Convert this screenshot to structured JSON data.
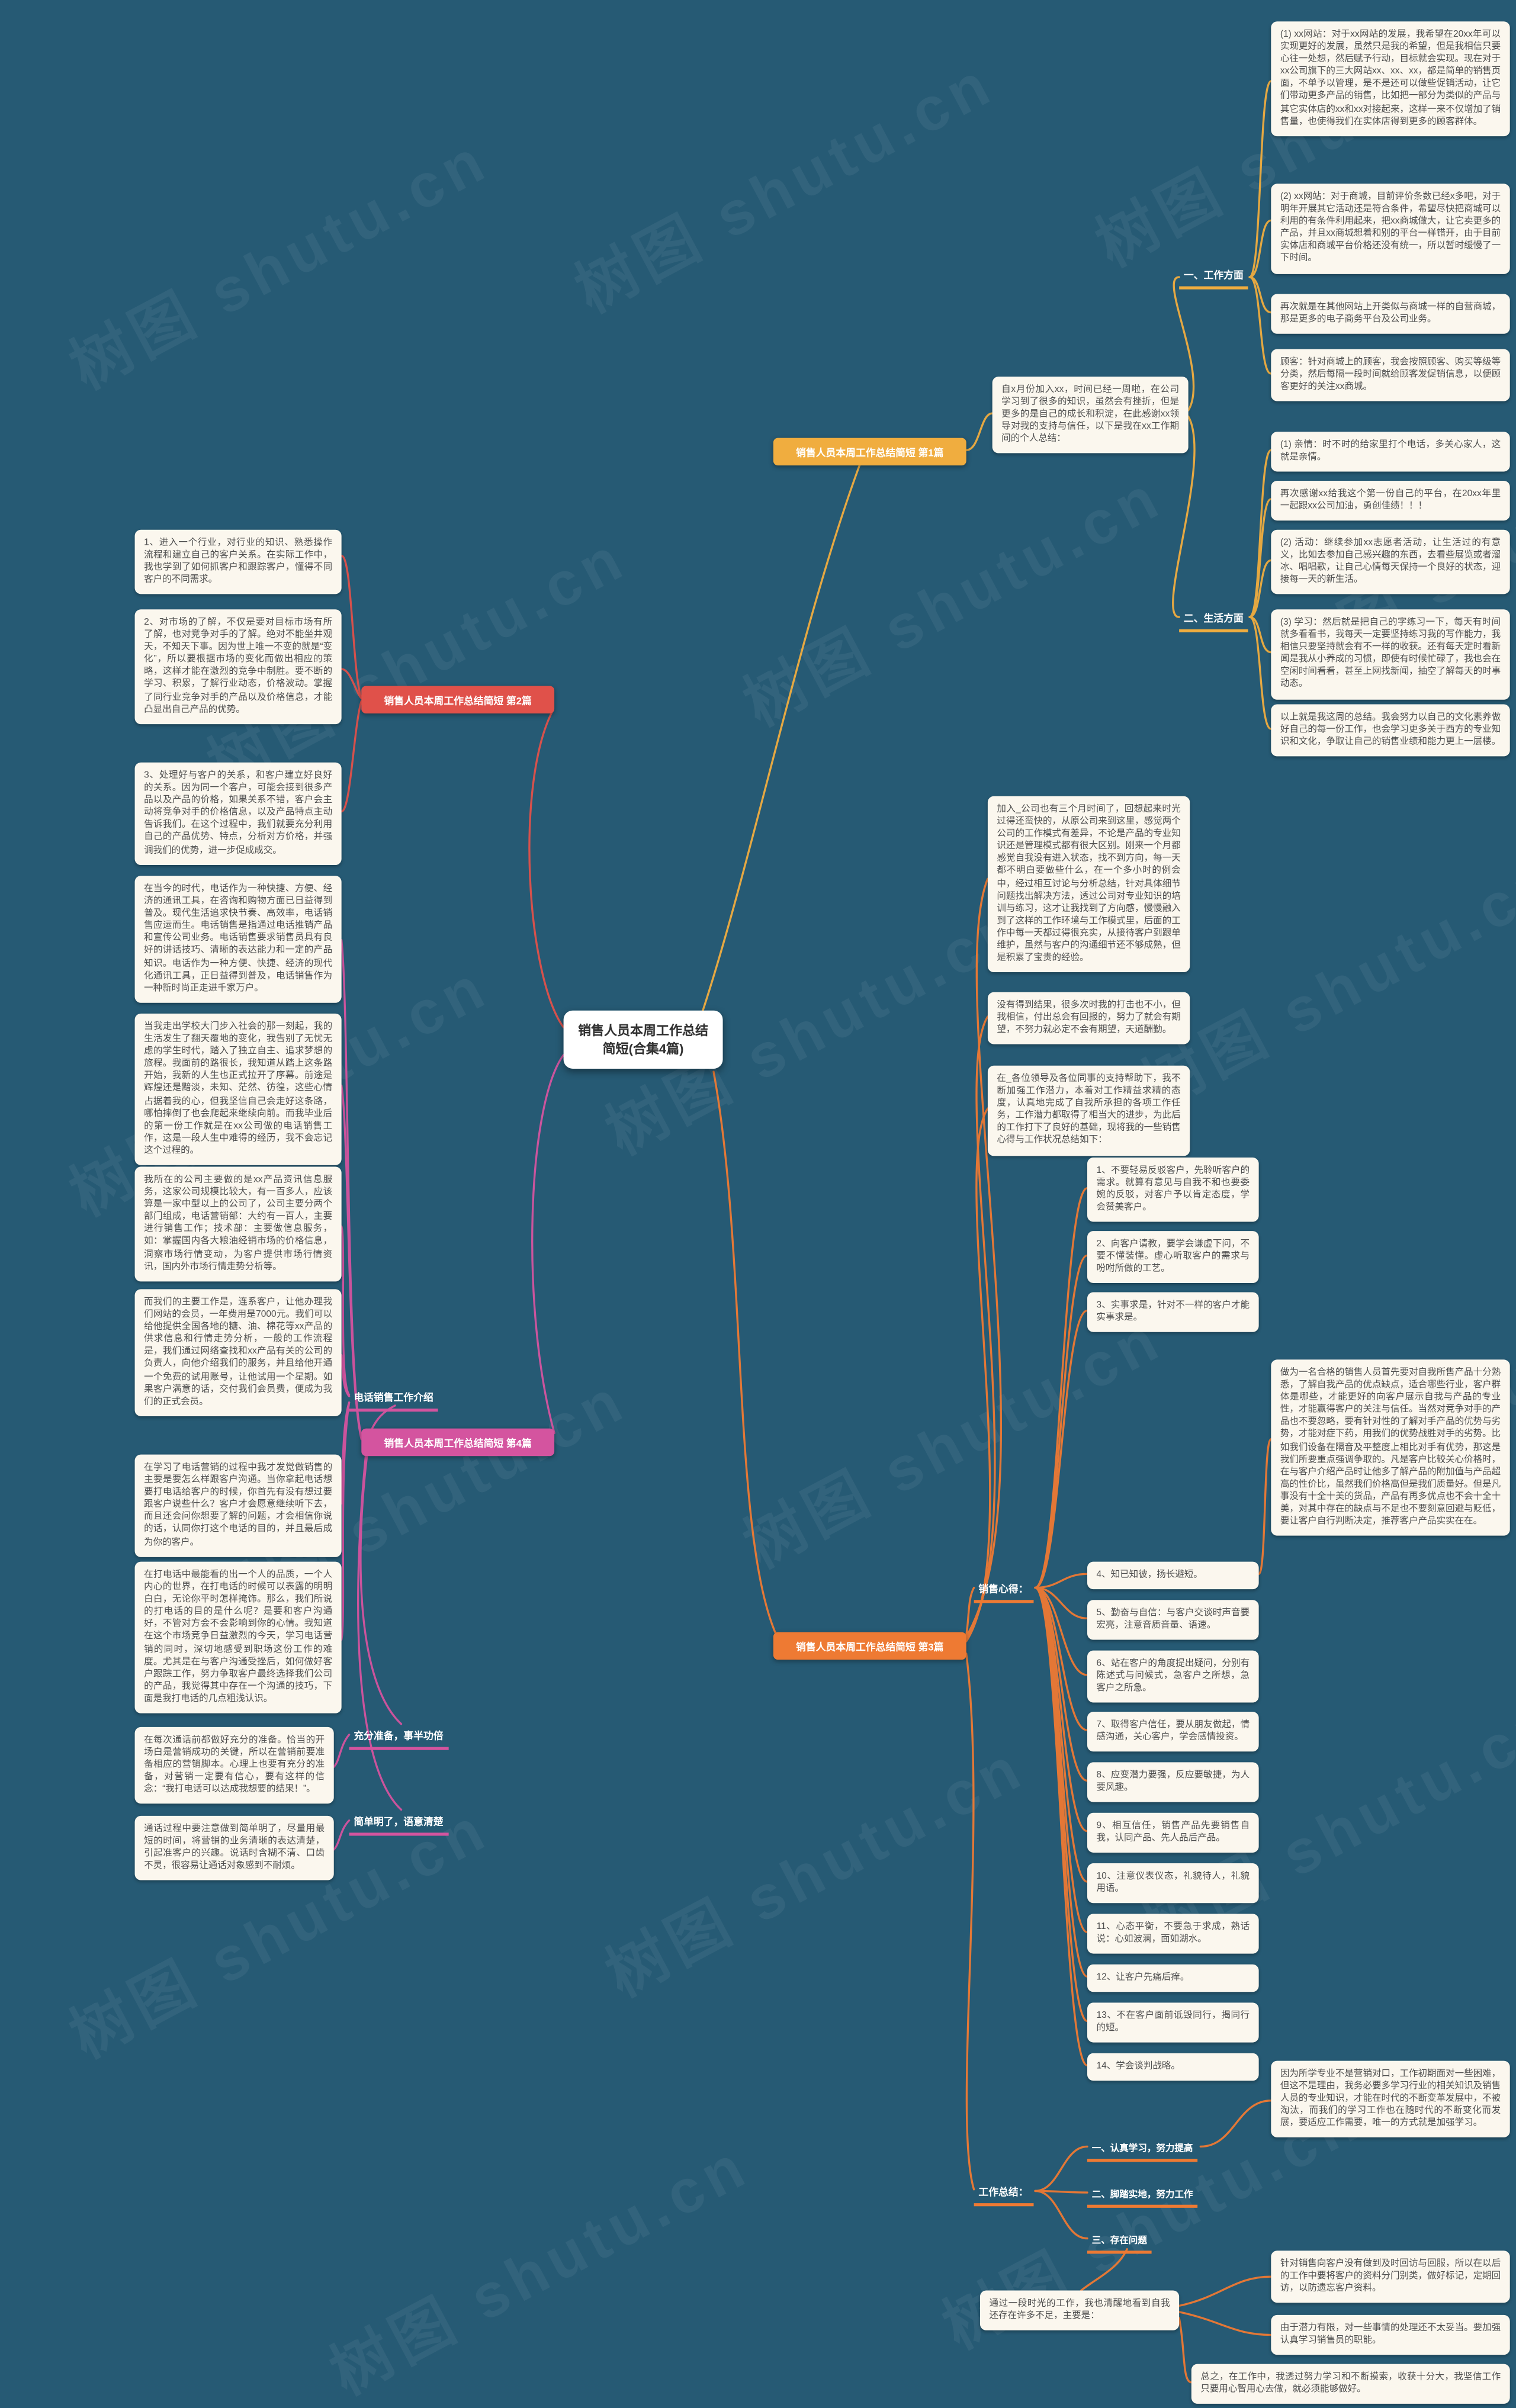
{
  "watermark": {
    "text": "树图 shutu.cn"
  },
  "colors": {
    "background": "#265a74",
    "node_bg": "#fbf7ee",
    "branch1": "#f0ad3f",
    "branch2": "#e0514a",
    "branch3": "#ee7a33",
    "branch4": "#d4549f"
  },
  "center": {
    "title": "销售人员本周工作总结简短(合集4篇)"
  },
  "branches": {
    "b1": {
      "label": "销售人员本周工作总结简短 第1篇",
      "intro": "自x月份加入xx，时间已经一周啦，在公司学习到了很多的知识，虽然会有挫折，但是更多的是自己的成长和积淀，在此感谢xx领导对我的支持与信任，以下是我在xx工作期间的个人总结：",
      "work": {
        "label": "一、工作方面",
        "items": [
          "(1) xx网站：对于xx网站的发展，我希望在20xx年可以实现更好的发展，虽然只是我的希望，但是我相信只要心往一处想，然后赋予行动，目标就会实现。现在对于xx公司旗下的三大网站xx、xx、xx，都是简单的销售页面，不单予以管理，是不是还可以做些促销活动，让它们带动更多产品的销售，比如把一部分为类似的产品与其它实体店的xx和xx对接起来，这样一来不仅增加了销售量，也使得我们在实体店得到更多的顾客群体。",
          "(2) xx网站：对于商城，目前评价条数已经x多吧，对于明年开展其它活动还是符合条件，希望尽快把商城可以利用的有条件利用起来，把xx商城做大，让它卖更多的产品，并且xx商城想着和别的平台一样错开，由于目前实体店和商城平台价格还没有统一，所以暂时缓慢了一下时间。",
          "再次就是在其他网站上开类似与商城一样的自营商城，那是更多的电子商务平台及公司业务。",
          "顾客：针对商城上的顾客，我会按照顾客、购买等级等分类，然后每隔一段时间就给顾客发促销信息，以便顾客更好的关注xx商城。"
        ]
      },
      "life": {
        "label": "二、生活方面",
        "items": [
          "(1) 亲情：时不时的给家里打个电话，多关心家人，这就是亲情。",
          "再次感谢xx给我这个第一份自己的平台，在20xx年里一起跟xx公司加油，勇创佳绩！！！",
          "(2) 活动：继续参加xx志愿者活动，让生活过的有意义，比如去参加自己感兴趣的东西，去看些展览或者溜冰、唱唱歌，让自己心情每天保持一个良好的状态，迎接每一天的新生活。",
          "(3) 学习：然后就是把自己的字练习一下，每天有时间就多看看书，我每天一定要坚持练习我的写作能力，我相信只要坚持就会有不一样的收获。还有每天定时看新闻是我从小养成的习惯，即使有时候忙碌了，我也会在空闲时间看看，甚至上网找新闻，抽空了解每天的时事动态。",
          "以上就是我这周的总结。我会努力以自己的文化素养做好自己的每一份工作，也会学习更多关于西方的专业知识和文化，争取让自己的销售业绩和能力更上一层楼。"
        ]
      }
    },
    "b2": {
      "label": "销售人员本周工作总结简短 第2篇",
      "items": [
        "1、进入一个行业，对行业的知识、熟悉操作流程和建立自己的客户关系。在实际工作中，我也学到了如何抓客户和跟踪客户，懂得不同客户的不同需求。",
        "2、对市场的了解，不仅是要对目标市场有所了解，也对竞争对手的了解。绝对不能坐井观天，不知天下事。因为世上唯一不变的就是“变化”，所以要根据市场的变化而做出相应的策略，这样才能在激烈的竞争中制胜。要不断的学习、积累，了解行业动态，价格波动。掌握了同行业竞争对手的产品以及价格信息，才能凸显出自己产品的优势。",
        "3、处理好与客户的关系，和客户建立好良好的关系。因为同一个客户，可能会接到很多产品以及产品的价格，如果关系不错，客户会主动将竞争对手的价格信息，以及产品特点主动告诉我们。在这个过程中，我们就要充分利用自己的产品优势、特点，分析对方价格，并强调我们的优势，进一步促成成交。"
      ]
    },
    "b4": {
      "label": "销售人员本周工作总结简短 第4篇",
      "intros": [
        "在当今的时代，电话作为一种快捷、方便、经济的通讯工具，在咨询和购物方面已日益得到普及。现代生活追求快节奏、高效率，电话销售应运而生。电话销售是指通过电话推销产品和宣传公司业务。电话销售要求销售员具有良好的讲话技巧、清晰的表达能力和一定的产品知识。电话作为一种方便、快捷、经济的现代化通讯工具，正日益得到普及，电话销售作为一种新时尚正走进千家万户。",
        "当我走出学校大门步入社会的那一刻起，我的生活发生了翻天覆地的变化，我告别了无忧无虑的学生时代，踏入了独立自主、追求梦想的旅程。我面前的路很长，我知道从踏上这条路开始，我新的人生也正式拉开了序幕。前途是辉煌还是黯淡，未知、茫然、彷徨，这些心情占据着我的心，但我坚信自己会走好这条路，哪怕摔倒了也会爬起来继续向前。而我毕业后的第一份工作就是在xx公司做的电话销售工作，这是一段人生中难得的经历，我不会忘记这个过程的。"
      ],
      "job": {
        "label": "电话销售工作介绍",
        "items": [
          "我所在的公司主要做的是xx产品资讯信息服务，这家公司规模比较大，有一百多人，应该算是一家中型以上的公司了，公司主要分两个部门组成，电话营销部：大约有一百人，主要进行销售工作；技术部：主要做信息服务，如：掌握国内各大粮油经销市场的价格信息，洞察市场行情变动，为客户提供市场行情资讯，国内外市场行情走势分析等。",
          "而我们的主要工作是，连系客户，让他办理我们网站的会员，一年费用是7000元。我们可以给他提供全国各地的糖、油、棉花等xx产品的供求信息和行情走势分析，一般的工作流程是，我们通过网络查找和xx产品有关的公司的负责人，向他介绍我们的服务，并且给他开通一个免费的试用账号，让他试用一个星期。如果客户满意的话，交付我们会员费，便成为我们的正式会员。",
          "在学习了电话营销的过程中我才发觉做销售的主要是要怎么样跟客户沟通。当你拿起电话想要打电话给客户的时候，你首先有没有想过要跟客户说些什么？客户才会愿意继续听下去，而且还会问你想要了解的问题，才会相信你说的话，认同你打这个电话的目的，并且最后成为你的客户。",
          "在打电话中最能看的出一个人的品质，一个人内心的世界，在打电话的时候可以表露的明明白白，无论你平时怎样掩饰。那么，我们所说的打电话的目的是什么呢？是要和客户沟通好，不管对方会不会影响到你的心情。我知道在这个市场竞争日益激烈的今天，学习电话营销的同时，深切地感受到职场这份工作的难度。尤其是在与客户沟通受挫后，如何做好客户跟踪工作，努力争取客户最终选择我们公司的产品，我觉得其中存在一个沟通的技巧，下面是我打电话的几点粗浅认识。"
        ]
      },
      "prep": {
        "label": "充分准备，事半功倍",
        "item": "在每次通话前都做好充分的准备。恰当的开场白是营销成功的关键，所以在营销前要准备相应的营销脚本。心理上也要有充分的准备，对营销一定要有信心，要有这样的信念：“我打电话可以达成我想要的结果！”。"
      },
      "concise": {
        "label": "简单明了，语意清楚",
        "item": "通话过程中要注意做到简单明了，尽量用最短的时间，将营销的业务清晰的表达清楚，引起准客户的兴趣。说话时含糊不清、口齿不灵，很容易让通话对象感到不耐烦。"
      }
    },
    "b3": {
      "label": "销售人员本周工作总结简短 第3篇",
      "intro": "加入_公司也有三个月时间了，回想起来时光过得还蛮快的，从原公司来到这里，感觉两个公司的工作模式有差异，不论是产品的专业知识还是管理模式都有很大区别。刚来一个月都感觉自我没有进入状态，找不到方向，每一天都不明白要做些什么，在一个多小时的例会中，经过相互讨论与分析总结，针对具体细节问题找出解决方法，透过公司对专业知识的培训与练习，这才让我找到了方向感，慢慢融入到了这样的工作环境与工作模式里，后面的工作中每一天都过得很充实，从接待客户到跟单维护，虽然与客户的沟通细节还不够成熟，但是积累了宝贵的经验。",
      "notes": [
        "没有得到结果，很多次时我的打击也不小，但我相信，付出总会有回报的，努力了就会有期望，不努力就必定不会有期望，天道酬勤。",
        "在_各位领导及各位同事的支持帮助下，我不断加强工作潜力，本着对工作精益求精的态度，认真地完成了自我所承担的各项工作任务，工作潜力都取得了相当大的进步，为此后的工作打下了良好的基础，现将我的一些销售心得与工作状况总结如下："
      ],
      "tips": {
        "label": "销售心得：",
        "items": [
          "1、不要轻易反驳客户，先聆听客户的需求。就算有意见与自我不和也要委婉的反驳，对客户予以肯定态度，学会赞美客户。",
          "2、向客户请教，要学会谦虚下问，不要不懂装懂。虚心听取客户的需求与吩咐所做的工艺。",
          "3、实事求是，针对不一样的客户才能实事求是。",
          "4、知已知彼，扬长避短。",
          "5、勤奋与自信：与客户交谈时声音要宏亮，注意音质音量、语速。",
          "6、站在客户的角度提出疑问，分别有陈述式与问候式，急客户之所想，急客户之所急。",
          "7、取得客户信任，要从朋友做起，情感沟通，关心客户，学会感情投资。",
          "8、应变潜力要强，反应要敏捷，为人要风趣。",
          "9、相互信任，销售产品先要销售自我，认同产品、先人品后产品。",
          "10、注意仪表仪态，礼貌待人，礼貌用语。",
          "11、心态平衡，不要急于求成，熟话说：心如波澜，面如湖水。",
          "12、让客户先痛后痒。",
          "13、不在客户面前诋毁同行，揭同行的短。",
          "14、学会谈判战略。"
        ],
        "detail4": "做为一名合格的销售人员首先要对自我所售产品十分熟悉，了解自我产品的优点缺点，适合哪些行业，客户群体是哪些，才能更好的向客户展示自我与产品的专业性，才能赢得客户的关注与信任。当然对竞争对手的产品也不要忽略，要有针对性的了解对手产品的优势与劣势，才能对症下药，用我们的优势战胜对手的劣势。比如我们设备在隔音及平整度上相比对手有优势，那这是我们所要重点强调争取的。凡是客户比较关心价格时，在与客户介绍产品时让他多了解产品的附加值与产品超高的性价比，虽然我们价格高但是我们质量好。但是凡事没有十全十美的货品，产品有再多优点也不会十全十美，对其中存在的缺点与不足也不要刻意回避与贬低，要让客户自行判断决定，推荐客户产品实实在在。"
      },
      "summary": {
        "label": "工作总结：",
        "items": [
          "一、认真学习，努力提高",
          "二、脚踏实地，努力工作",
          "三、存在问题"
        ],
        "study_detail": "因为所学专业不是营销对口，工作初期面对一些困难，但这不是理由，我务必要多学习行业的相关知识及销售人员的专业知识，才能在时代的不断变革发展中，不被淘汰，而我们的学习工作也在随时代的不断变化而发展，要适应工作需要，唯一的方式就是加强学习。",
        "shortcoming_intro": "通过一段时光的工作，我也清醒地看到自我还存在许多不足，主要是：",
        "shortcomings": [
          "针对销售向客户没有做到及时回访与回服，所以在以后的工作中要将客户的资料分门别类，做好标记，定期回访，以防遗忘客户资料。",
          "由于潜力有限，对一些事情的处理还不太妥当。要加强认真学习销售员的职能。"
        ],
        "final": "总之，在工作中，我透过努力学习和不断摸索，收获十分大，我坚信工作只要用心智用心去做，就必须能够做好。"
      }
    }
  }
}
